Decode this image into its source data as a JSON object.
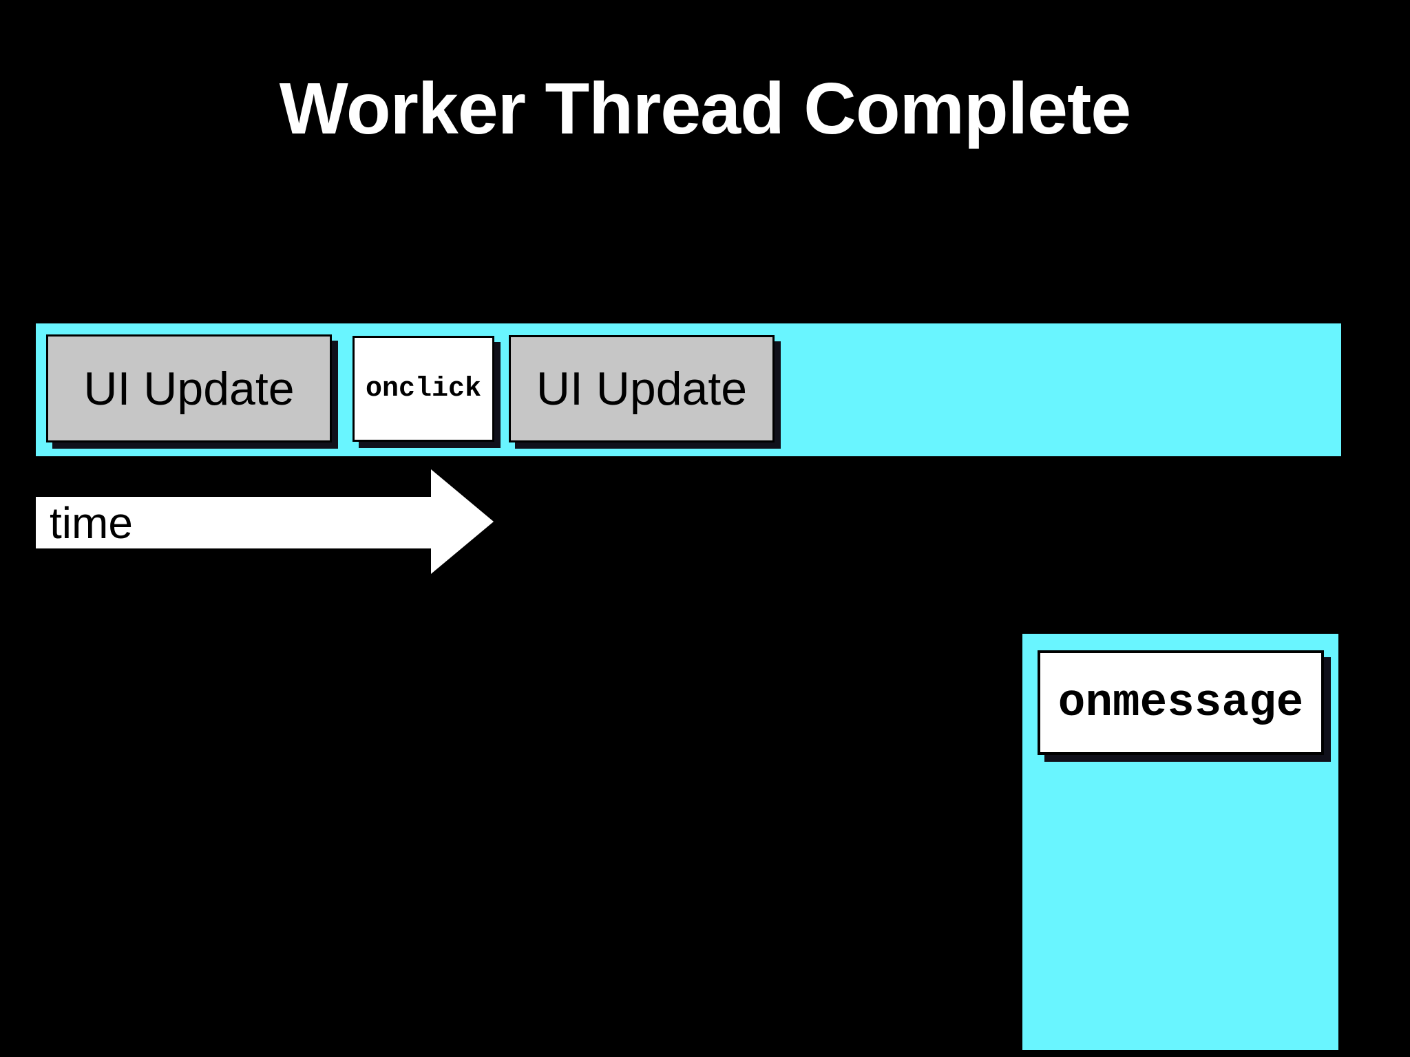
{
  "title": "Worker Thread Complete",
  "colors": {
    "cyan": "#69F5FF",
    "gray": "#C6C6C6",
    "shadow": "#10101A"
  },
  "main_thread": {
    "boxes": [
      {
        "label": "UI Update"
      },
      {
        "label": "onclick"
      },
      {
        "label": "UI Update"
      }
    ]
  },
  "timeline": {
    "label": "time"
  },
  "worker_thread": {
    "box_label": "onmessage"
  }
}
